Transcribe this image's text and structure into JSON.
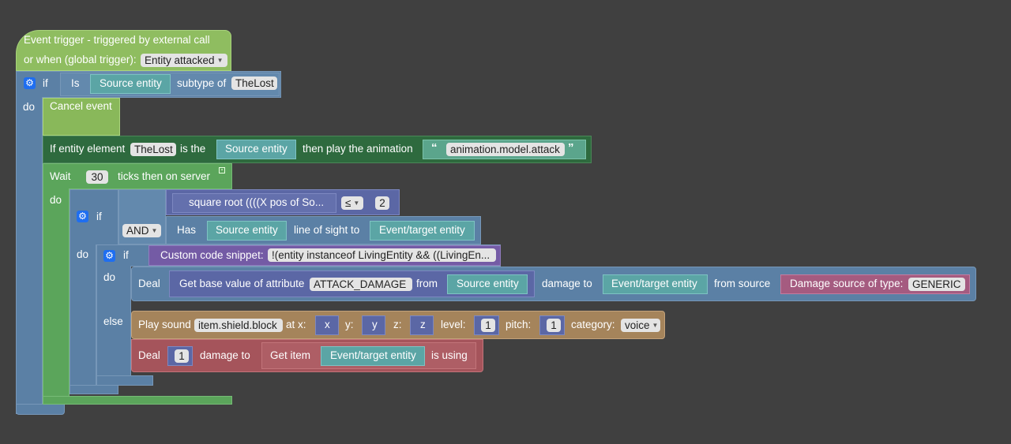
{
  "colors": {
    "workspace": "#404040",
    "event": "#8fbd60",
    "logic": "#5b80a5",
    "loop": "#5ba55b",
    "animation": "#2e6a3e",
    "entity": "#5ba5a5",
    "math": "#5b67a5",
    "code": "#745ba5",
    "damage_source": "#a55b80",
    "sound": "#a5845b",
    "deal": "#a5545b"
  },
  "event": {
    "line1": "Event trigger - triggered by external call",
    "line2": "or when (global trigger):",
    "trigger_value": "Entity attacked"
  },
  "outer_if": {
    "if_label": "if",
    "do_label": "do",
    "is_label": "Is",
    "entity": "Source entity",
    "subtype_label": "subtype of",
    "subtype_value": "TheLost"
  },
  "cancel": {
    "label": "Cancel event"
  },
  "animation": {
    "prefix": "If entity element",
    "element": "TheLost",
    "is_the": "is the",
    "entity": "Source entity",
    "then_play": "then play the animation",
    "open_quote": "“",
    "close_quote": "”",
    "name": "animation.model.attack"
  },
  "wait": {
    "label": "Wait",
    "ticks": "30",
    "suffix": "ticks then on server",
    "do_label": "do"
  },
  "if2": {
    "if_label": "if",
    "do_label": "do",
    "and_label": "AND",
    "sqrt_label": "square root ((((X pos of So...",
    "compare_op": "≤",
    "compare_value": "2",
    "has_label": "Has",
    "has_entity": "Source entity",
    "los_label": "line of sight to",
    "los_target": "Event/target entity"
  },
  "if3": {
    "if_label": "if",
    "do_label": "do",
    "else_label": "else",
    "code_label": "Custom code snippet:",
    "code_value": "!(entity instanceof LivingEntity && ((LivingEn..."
  },
  "deal1": {
    "deal_label": "Deal",
    "attr_label": "Get base value of attribute",
    "attr_value": "ATTACK_DAMAGE",
    "from_label": "from",
    "from_entity": "Source entity",
    "damage_to": "damage to",
    "target": "Event/target entity",
    "from_source": "from source",
    "source_label": "Damage source of type:",
    "source_value": "GENERIC"
  },
  "sound": {
    "label": "Play sound",
    "sound_name": "item.shield.block",
    "at_x": "at x:",
    "x": "x",
    "y_label": "y:",
    "y": "y",
    "z_label": "z:",
    "z": "z",
    "level_label": "level:",
    "level": "1",
    "pitch_label": "pitch:",
    "pitch": "1",
    "category_label": "category:",
    "category": "voice"
  },
  "deal2": {
    "deal_label": "Deal",
    "amount": "1",
    "damage_to": "damage to",
    "get_item": "Get item",
    "entity": "Event/target entity",
    "is_using": "is using"
  }
}
